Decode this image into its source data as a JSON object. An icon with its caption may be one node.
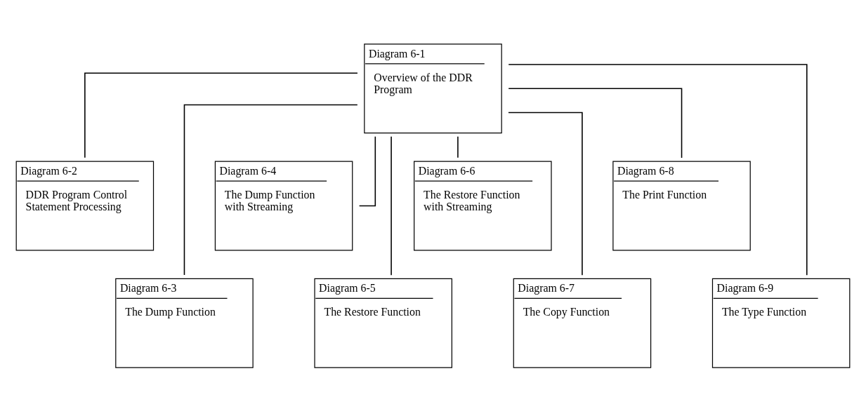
{
  "diagram": {
    "nodes": [
      {
        "text": [
          "Diagram 6-1",
          "Overview of the DDR Program"
        ]
      },
      {
        "text": [
          "Diagram 6-2",
          "DDR Program Control Statement Processing"
        ]
      },
      {
        "text": [
          "Diagram 6-3",
          "The Dump Function"
        ]
      },
      {
        "text": [
          "Diagram 6-4",
          "The Dump Function with Streaming"
        ]
      },
      {
        "text": [
          "Diagram 6-5",
          "The Restore Function"
        ]
      },
      {
        "text": [
          "Diagram 6-6",
          "The Restore Function with Streaming"
        ]
      },
      {
        "text": [
          "Diagram 6-7",
          "The Copy Function"
        ]
      },
      {
        "text": [
          "Diagram 6-8",
          "The Print Function"
        ]
      },
      {
        "text": [
          "Diagram 6-9",
          "The Type Function"
        ]
      }
    ],
    "edges": [
      {
        "from": 0,
        "to": 1,
        "arrow": "none"
      },
      {
        "from": 0,
        "to": 2,
        "arrow": "none"
      },
      {
        "from": 0,
        "to": 3,
        "arrow": "none"
      },
      {
        "from": 0,
        "to": 4,
        "arrow": "none"
      },
      {
        "from": 0,
        "to": 5,
        "arrow": "none"
      },
      {
        "from": 0,
        "to": 6,
        "arrow": "none"
      },
      {
        "from": 0,
        "to": 7,
        "arrow": "none"
      },
      {
        "from": 0,
        "to": 8,
        "arrow": "none"
      }
    ]
  }
}
